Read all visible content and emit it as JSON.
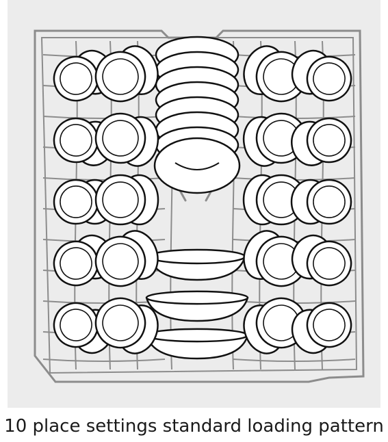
{
  "caption": "10 place settings standard loading pattern",
  "colors": {
    "panel_background": "#ececec",
    "rack_lines": "#8c8c8c",
    "item_outline": "#111111",
    "item_fill": "#ffffff"
  },
  "rack": {
    "cups_left_column": 10,
    "cups_right_column": 10,
    "stacked_plates": 8,
    "bowls": 3
  }
}
